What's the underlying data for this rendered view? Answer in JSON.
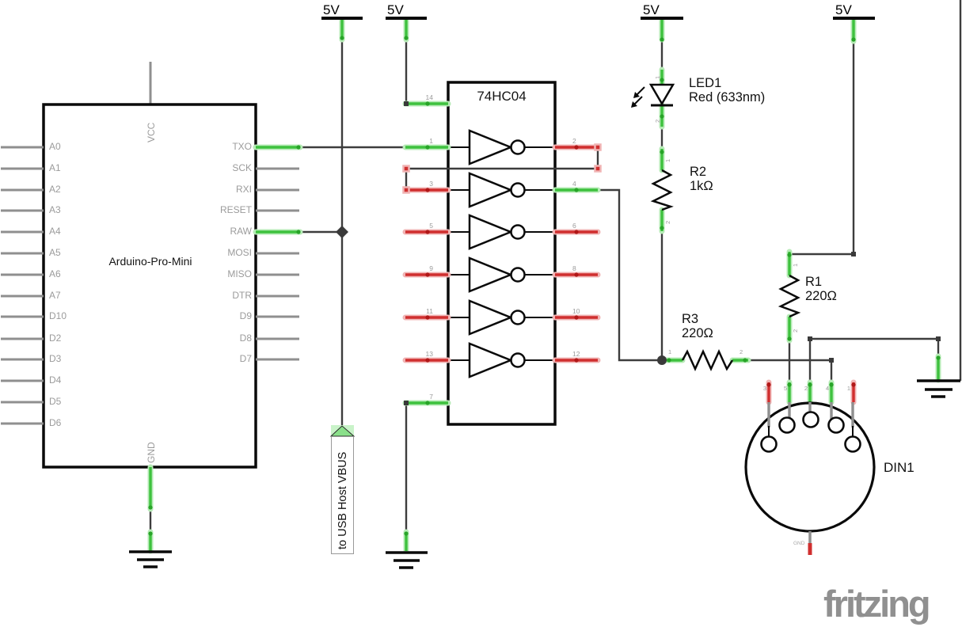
{
  "schematic": {
    "power_label": "5V",
    "arduino": {
      "name": "Arduino-Pro-Mini",
      "vcc": "VCC",
      "gnd": "GND",
      "left_pins": [
        "A0",
        "A1",
        "A2",
        "A3",
        "A4",
        "A5",
        "A6",
        "A7",
        "D10",
        "D2",
        "D3",
        "D4",
        "D5",
        "D6"
      ],
      "right_pins": [
        "TXO",
        "SCK",
        "RXI",
        "RESET",
        "RAW",
        "MOSI",
        "MISO",
        "DTR",
        "D9",
        "D8",
        "D7"
      ]
    },
    "ic": {
      "name": "74HC04",
      "left_pin_numbers": [
        "14",
        "1",
        "3",
        "5",
        "9",
        "11",
        "13",
        "7"
      ],
      "right_pin_numbers": [
        "2",
        "4",
        "6",
        "8",
        "10",
        "12"
      ]
    },
    "led": {
      "ref": "LED1",
      "value": "Red (633nm)",
      "pins": [
        "1",
        "2"
      ]
    },
    "r1": {
      "ref": "R1",
      "value": "220Ω",
      "pins": [
        "1",
        "2"
      ]
    },
    "r2": {
      "ref": "R2",
      "value": "1kΩ",
      "pins": [
        "1",
        "2"
      ]
    },
    "r3": {
      "ref": "R3",
      "value": "220Ω",
      "pins": [
        "1",
        "2"
      ]
    },
    "din": {
      "ref": "DIN1",
      "pin_numbers": [
        "3",
        "5",
        "2",
        "4",
        "1"
      ],
      "gnd": "GND"
    },
    "usb_note": "to USB Host VBUS",
    "watermark": "fritzing"
  },
  "colors": {
    "wire": "#3d3d3d",
    "gray_pin": "#8f8f8f",
    "connected": "#3ec13e",
    "connected_halo": "#b6ebb6",
    "connected_dot": "#28a428",
    "unconnected": "#d02f2f",
    "unconnected_halo": "#f0b4b4",
    "component_outline": "#0a0a0a",
    "label_gray": "#9b9b9b"
  }
}
